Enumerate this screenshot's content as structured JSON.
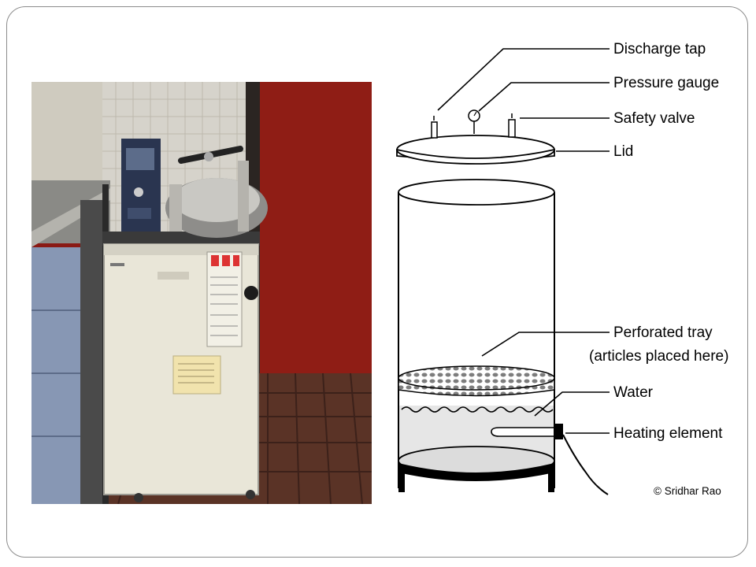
{
  "slide": {
    "labels": {
      "discharge_tap": "Discharge tap",
      "pressure_gauge": "Pressure gauge",
      "safety_valve": "Safety valve",
      "lid": "Lid",
      "perforated_tray_line1": "Perforated tray",
      "perforated_tray_line2": "(articles placed here)",
      "water": "Water",
      "heating_element": "Heating element"
    },
    "credit": "© Sridhar Rao"
  },
  "colors": {
    "photo_wall_red": "#8a1a14",
    "photo_floor": "#5a3326",
    "photo_cabinet": "#e9e6d8",
    "water_fill": "#e6e6e6"
  }
}
